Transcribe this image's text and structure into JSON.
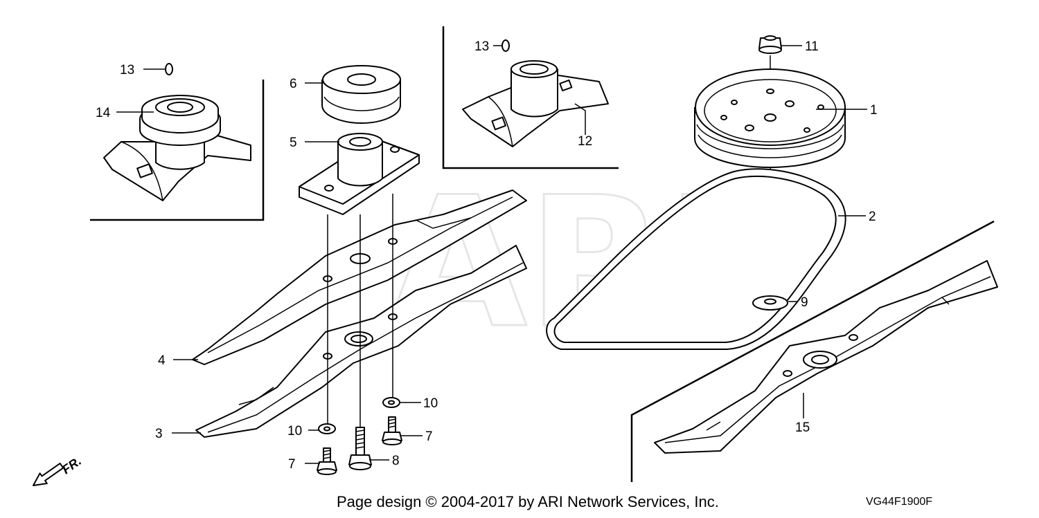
{
  "watermark": "ARI",
  "footer": {
    "copyright": "Page design © 2004-2017 by ARI Network Services, Inc.",
    "diagram_code": "VG44F1900F"
  },
  "direction_indicator": "FR.",
  "callouts": {
    "c1": "1",
    "c2": "2",
    "c3": "3",
    "c4": "4",
    "c5": "5",
    "c6": "6",
    "c7a": "7",
    "c7b": "7",
    "c8": "8",
    "c9": "9",
    "c10a": "10",
    "c10b": "10",
    "c11": "11",
    "c12": "12",
    "c13a": "13",
    "c13b": "13",
    "c14": "14",
    "c15": "15"
  }
}
